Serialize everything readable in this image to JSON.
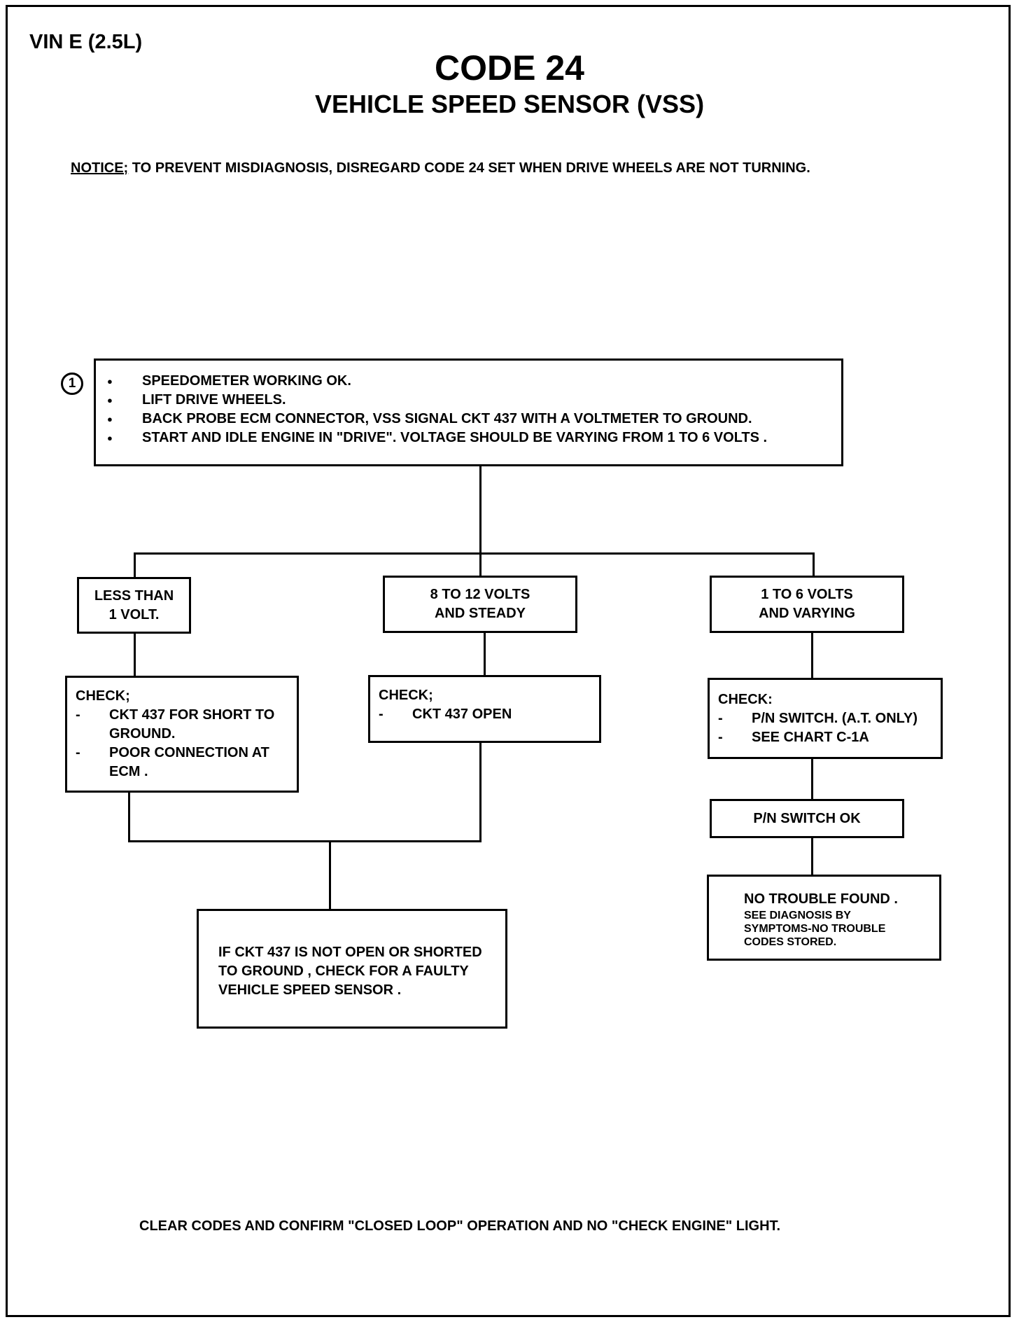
{
  "header": {
    "vin": "VIN E (2.5L)",
    "title": "CODE 24",
    "subtitle": "VEHICLE SPEED SENSOR (VSS)"
  },
  "notice": {
    "label": "NOTICE;",
    "text": " TO PREVENT MISDIAGNOSIS,  DISREGARD CODE 24 SET WHEN DRIVE WHEELS  ARE NOT TURNING."
  },
  "step1": {
    "number": "1",
    "items": [
      "SPEEDOMETER WORKING OK.",
      "LIFT DRIVE WHEELS.",
      "BACK PROBE ECM CONNECTOR, VSS SIGNAL CKT 437  WITH A VOLTMETER TO GROUND.",
      "START AND IDLE ENGINE IN \"DRIVE\". VOLTAGE SHOULD BE VARYING FROM 1 TO 6 VOLTS ."
    ]
  },
  "results": {
    "left": [
      "LESS THAN",
      "1 VOLT."
    ],
    "middle": [
      "8 TO 12 VOLTS",
      "AND STEADY"
    ],
    "right": [
      "1 TO 6 VOLTS",
      "AND VARYING"
    ]
  },
  "checks": {
    "left": {
      "title": "CHECK;",
      "items": [
        "CKT 437 FOR SHORT TO GROUND.",
        "POOR CONNECTION AT ECM ."
      ]
    },
    "middle": {
      "title": "CHECK;",
      "items": [
        "CKT 437 OPEN"
      ]
    },
    "right": {
      "title": "CHECK:",
      "items": [
        "P/N SWITCH. (A.T. ONLY)",
        "SEE CHART C-1A"
      ]
    }
  },
  "pn_switch_ok": "P/N SWITCH OK",
  "no_trouble": {
    "title": "NO TROUBLE FOUND .",
    "lines": [
      "SEE DIAGNOSIS BY",
      "SYMPTOMS-NO TROUBLE",
      "CODES STORED."
    ]
  },
  "faulty_sensor": [
    "IF CKT 437  IS NOT OPEN OR SHORTED",
    "TO GROUND , CHECK FOR A FAULTY",
    "VEHICLE SPEED SENSOR ."
  ],
  "footer": "CLEAR CODES AND CONFIRM \"CLOSED LOOP\" OPERATION AND NO \"CHECK ENGINE\" LIGHT."
}
